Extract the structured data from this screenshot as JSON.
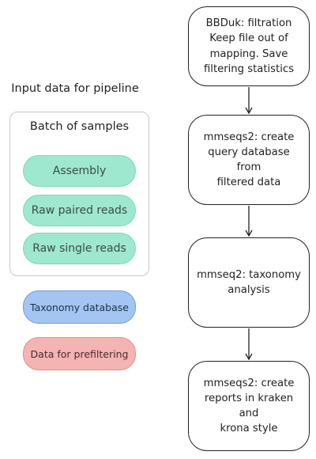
{
  "side_title": "Input data for pipeline",
  "batch": {
    "title": "Batch of samples",
    "items": [
      "Assembly",
      "Raw paired reads",
      "Raw single reads"
    ]
  },
  "taxonomy_database": "Taxonomy database",
  "data_for_prefiltering": "Data for prefiltering",
  "steps": [
    [
      "BBDuk: filtration",
      "Keep file out of",
      "mapping. Save",
      "filtering statistics"
    ],
    [
      "mmseqs2: create",
      "query database from",
      "filtered data"
    ],
    [
      "mmseq2: taxonomy",
      "analysis"
    ],
    [
      "mmseqs2: create",
      "reports in kraken and",
      "krona style"
    ]
  ],
  "colors": {
    "input_green": "#9ee8cf",
    "database_blue": "#a4c5f1",
    "prefilter_red": "#f4b4b4"
  }
}
